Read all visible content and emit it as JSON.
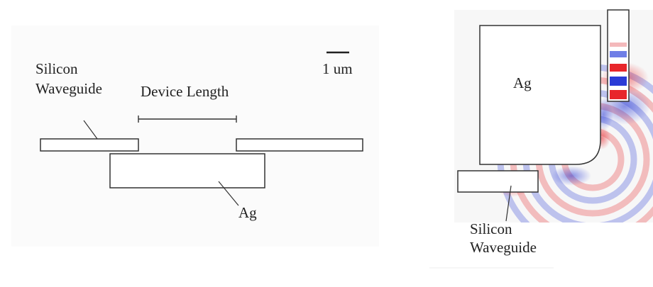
{
  "left_panel": {
    "waveguide_label_line1": "Silicon",
    "waveguide_label_line2": "Waveguide",
    "device_length_label": "Device Length",
    "scale_bar_label": "1 um",
    "metal_label": "Ag"
  },
  "right_panel": {
    "metal_label": "Ag",
    "waveguide_label_line1": "Silicon",
    "waveguide_label_line2": "Waveguide"
  },
  "colors": {
    "outline": "#333333",
    "field_positive": "#e8262b",
    "field_negative": "#2b3bd6",
    "panel_background": "#f7f7f7"
  }
}
